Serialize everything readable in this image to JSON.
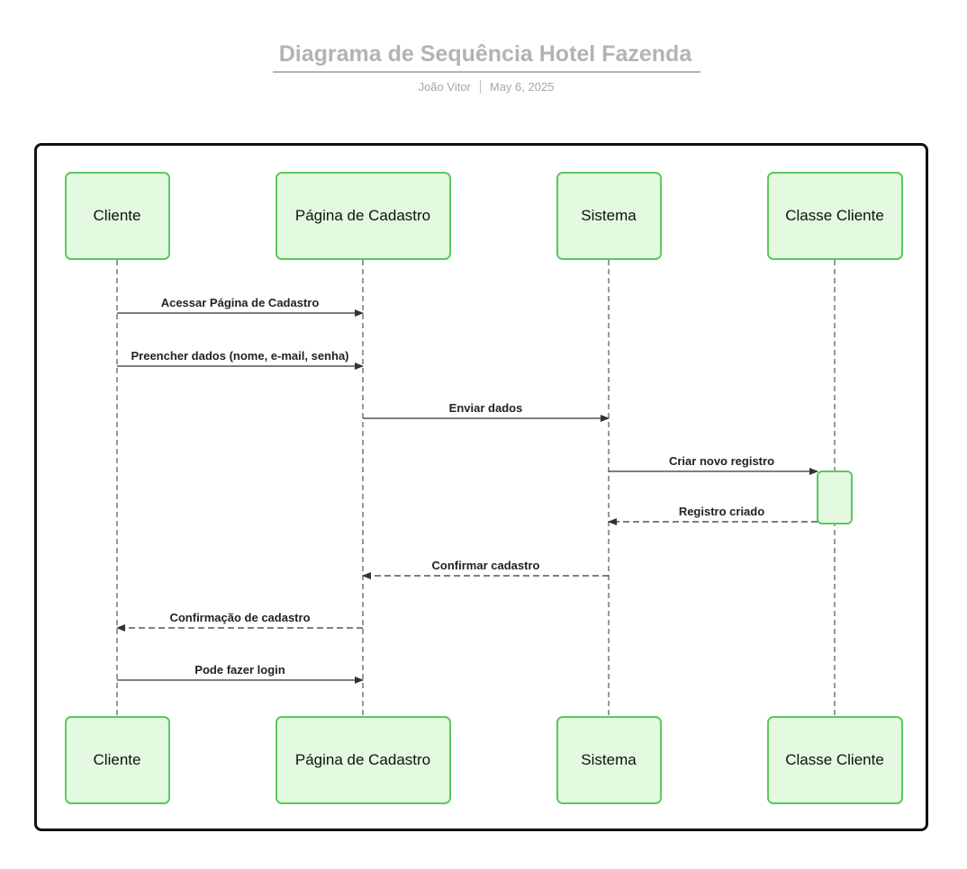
{
  "header": {
    "title": "Diagrama de Sequência Hotel Fazenda",
    "author": "João Vitor",
    "date": "May 6, 2025"
  },
  "participants": [
    {
      "id": "cliente",
      "label": "Cliente"
    },
    {
      "id": "pagina",
      "label": "Página de Cadastro"
    },
    {
      "id": "sistema",
      "label": "Sistema"
    },
    {
      "id": "classe",
      "label": "Classe Cliente"
    }
  ],
  "messages": [
    {
      "from": 0,
      "to": 1,
      "label": "Acessar Página de Cadastro",
      "style": "solid"
    },
    {
      "from": 0,
      "to": 1,
      "label": "Preencher dados (nome, e-mail, senha)",
      "style": "solid"
    },
    {
      "from": 1,
      "to": 2,
      "label": "Enviar dados",
      "style": "solid"
    },
    {
      "from": 2,
      "to": 3,
      "label": "Criar novo registro",
      "style": "solid"
    },
    {
      "from": 3,
      "to": 2,
      "label": "Registro criado",
      "style": "dashed"
    },
    {
      "from": 2,
      "to": 1,
      "label": "Confirmar cadastro",
      "style": "dashed"
    },
    {
      "from": 1,
      "to": 0,
      "label": "Confirmação de cadastro",
      "style": "dashed"
    },
    {
      "from": 0,
      "to": 1,
      "label": "Pode fazer login",
      "style": "solid"
    }
  ],
  "colors": {
    "actor_fill": "#e3f9e0",
    "actor_border": "#5bc95b",
    "line": "#333333",
    "title": "#b3b3b3"
  }
}
